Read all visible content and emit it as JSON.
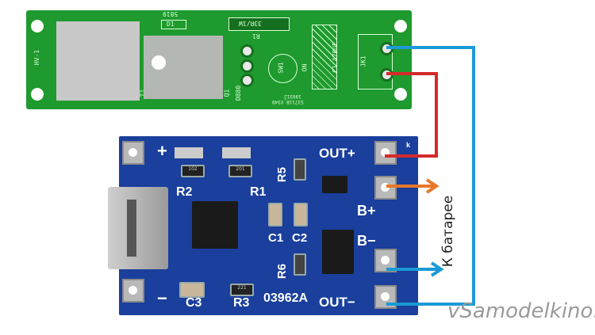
{
  "top_board": {
    "labels": {
      "transformer": "HV-1",
      "t1": "T1",
      "diode": "5819",
      "d1": "D1",
      "resistor": "33R/1W",
      "r1": "R1",
      "switch": "SW1",
      "on": "ON",
      "capacitor": "C1 470UF",
      "q1": "Q1",
      "d880": "D880",
      "jack": "JK1",
      "date": "190312",
      "code": "53711B_V349"
    }
  },
  "charger_board": {
    "labels": {
      "plus": "+",
      "minus": "−",
      "out_plus": "OUT+",
      "out_minus": "OUT−",
      "b_plus": "B+",
      "b_minus": "B−",
      "r1": "R1",
      "r2": "R2",
      "r3": "R3",
      "r5": "R5",
      "r6": "R6",
      "c1": "C1",
      "c2": "C2",
      "c3": "C3",
      "board_code": "03962A",
      "corner_k": "k",
      "res_102": "102",
      "res_201": "201",
      "res_221": "221"
    }
  },
  "annotation": {
    "battery_label": "К батарее"
  },
  "watermark": "vSamodelkino.ru",
  "colors": {
    "red_wire": "#d42a2a",
    "blue_wire": "#1a9ad6",
    "orange_arrow": "#e8782a"
  }
}
